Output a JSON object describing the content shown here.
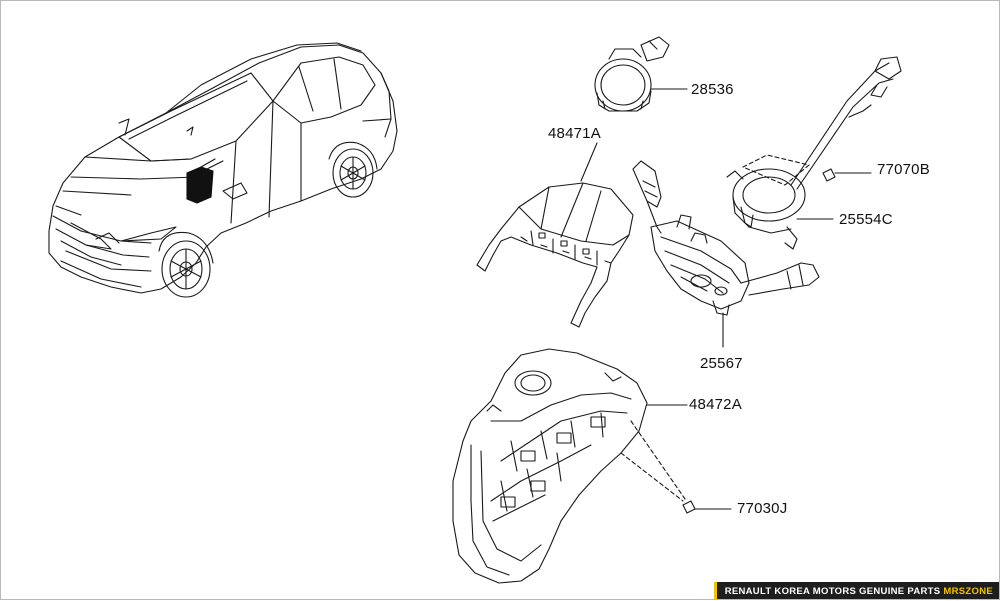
{
  "diagram": {
    "parts": [
      {
        "id": "28536",
        "label": "28536"
      },
      {
        "id": "48471A",
        "label": "48471A"
      },
      {
        "id": "77070B",
        "label": "77070B"
      },
      {
        "id": "25554C",
        "label": "25554C"
      },
      {
        "id": "25567",
        "label": "25567"
      },
      {
        "id": "48472A",
        "label": "48472A"
      },
      {
        "id": "77030J",
        "label": "77030J"
      }
    ]
  },
  "footer": {
    "text": "RENAULT KOREA MOTORS GENUINE PARTS",
    "brand": "MRSZONE"
  },
  "colors": {
    "line": "#1a1a1a",
    "accent": "#f2c300",
    "banner": "#1e1e1e"
  }
}
